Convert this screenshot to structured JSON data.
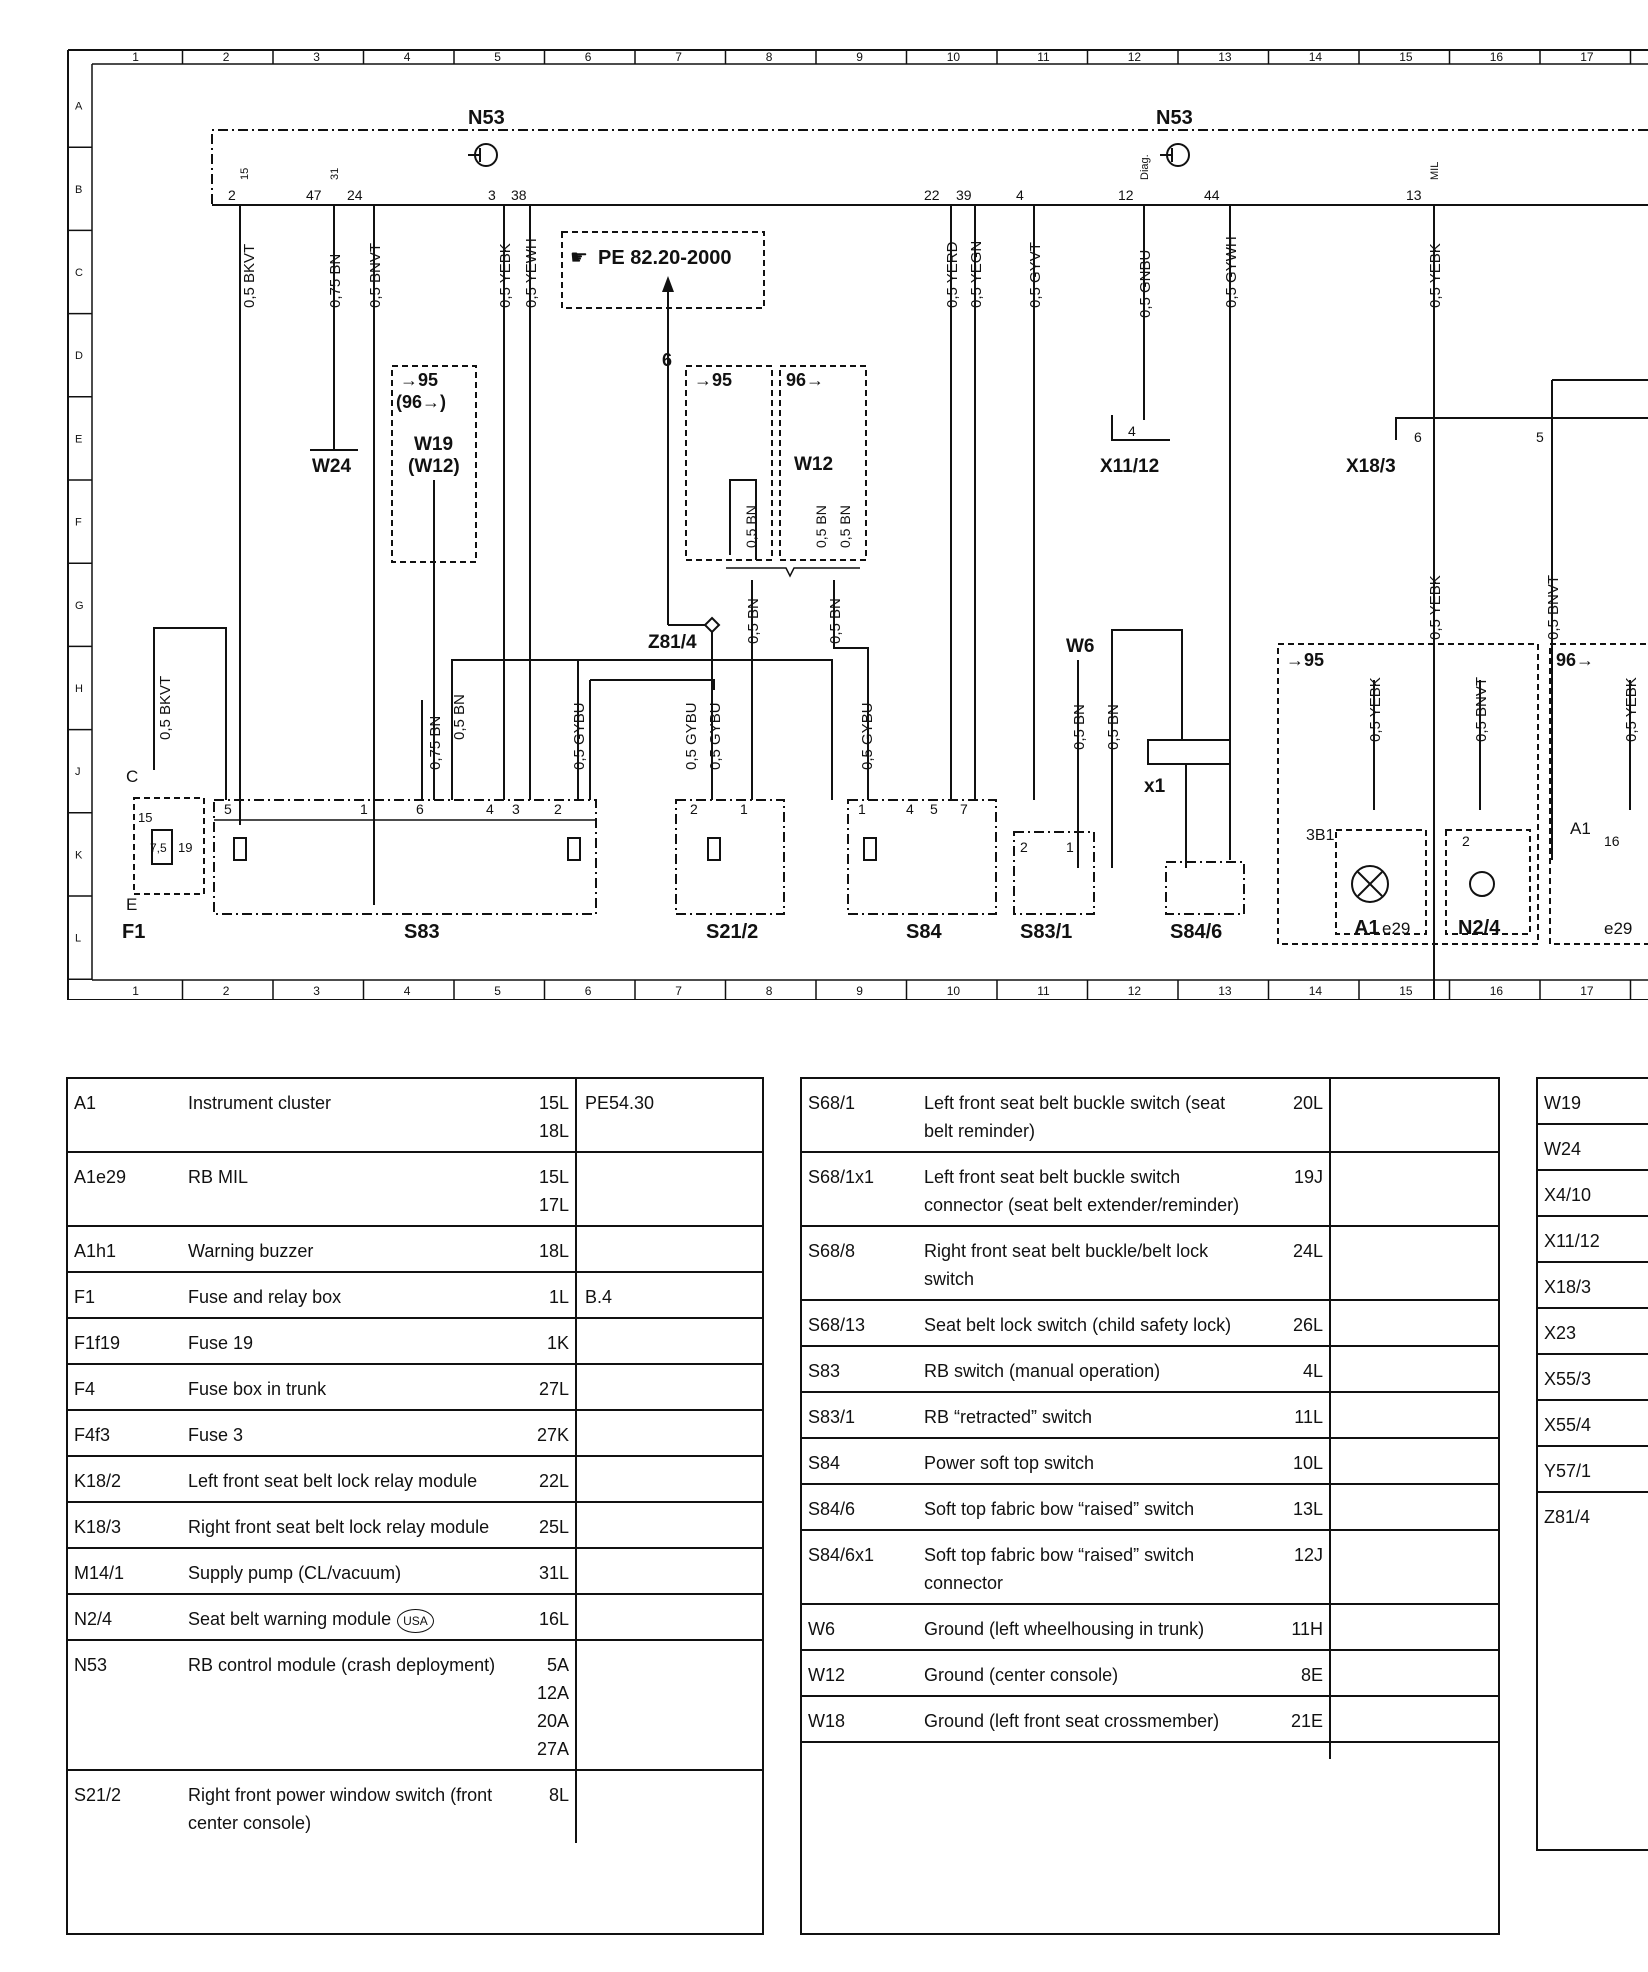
{
  "grid": {
    "columns": [
      "1",
      "2",
      "3",
      "4",
      "5",
      "6",
      "7",
      "8",
      "9",
      "10",
      "11",
      "12",
      "13",
      "14",
      "15",
      "16",
      "17"
    ],
    "rows": [
      "A",
      "B",
      "C",
      "D",
      "E",
      "F",
      "G",
      "H",
      "J",
      "K",
      "L"
    ]
  },
  "components": {
    "n53_left": "N53",
    "n53_right": "N53",
    "pe_ref": "PE 82.20-2000",
    "w24": "W24",
    "w19": "W19",
    "w12_paren": "(W12)",
    "w12": "W12",
    "x11_12": "X11/12",
    "x18_3": "X18/3",
    "z81_4": "Z81/4",
    "w6": "W6",
    "x1": "x1",
    "f1": "F1",
    "s83": "S83",
    "s21_2": "S21/2",
    "s84": "S84",
    "s83_1": "S83/1",
    "s84_6": "S84/6",
    "a1e29": "A1",
    "e29": "e29",
    "n2_4": "N2/4",
    "a1_right": "A1",
    "e29_right": "e29",
    "label_3b1": "3B1",
    "pin_c": "C",
    "pin_e": "E",
    "fuse_value": "7,5",
    "fuse_15": "15",
    "fuse_19": "19"
  },
  "variants": {
    "v95": "→95",
    "v96p": "(96→)",
    "v96": "96→"
  },
  "pins": {
    "p15": "15",
    "p31": "31",
    "diag": "Diag.",
    "mil": "MIL",
    "n2": "2",
    "n47": "47",
    "n24": "24",
    "n3": "3",
    "n38": "38",
    "n22": "22",
    "n39": "39",
    "n4": "4",
    "n12": "12",
    "n44": "44",
    "n13": "13",
    "n1": "1",
    "n6": "6",
    "n5": "5",
    "n7": "7",
    "n16": "16",
    "n2b": "2"
  },
  "wires": {
    "bkvt": "0,5 BKVT",
    "bn075": "0,75 BN",
    "bnvt": "0,5 BNVT",
    "yebk": "0,5 YEBK",
    "yewh": "0,5 YEWH",
    "yerd": "0,5 YERD",
    "yegn": "0,5 YEGN",
    "gyvt": "0,5 GYVT",
    "gnbu": "0,5 GNBU",
    "gywh": "0,5 GYWH",
    "bn05": "0,5 BN",
    "gybu": "0,5 GYBU",
    "bnvt2": "0,5 BNVT"
  },
  "legend": {
    "table1": [
      {
        "code": "A1",
        "desc": "Instrument cluster",
        "ref": "15L\n18L",
        "pe": "PE54.30"
      },
      {
        "code": "A1e29",
        "desc": "RB MIL",
        "ref": "15L\n17L",
        "pe": ""
      },
      {
        "code": "A1h1",
        "desc": "Warning buzzer",
        "ref": "18L",
        "pe": ""
      },
      {
        "code": "F1",
        "desc": "Fuse and relay box",
        "ref": "1L",
        "pe": "B.4"
      },
      {
        "code": "F1f19",
        "desc": "Fuse 19",
        "ref": "1K",
        "pe": ""
      },
      {
        "code": "F4",
        "desc": "Fuse box in trunk",
        "ref": "27L",
        "pe": ""
      },
      {
        "code": "F4f3",
        "desc": "Fuse 3",
        "ref": "27K",
        "pe": ""
      },
      {
        "code": "K18/2",
        "desc": "Left front seat belt lock relay module",
        "ref": "22L",
        "pe": ""
      },
      {
        "code": "K18/3",
        "desc": "Right front seat belt lock relay module",
        "ref": "25L",
        "pe": ""
      },
      {
        "code": "M14/1",
        "desc": "Supply pump (CL/vacuum)",
        "ref": "31L",
        "pe": ""
      },
      {
        "code": "N2/4",
        "desc": "Seat belt warning module",
        "badge": "USA",
        "ref": "16L",
        "pe": ""
      },
      {
        "code": "N53",
        "desc": "RB control module (crash deployment)",
        "ref": "5A\n12A\n20A\n27A",
        "pe": ""
      },
      {
        "code": "S21/2",
        "desc": "Right front power window switch (front center console)",
        "ref": "8L",
        "pe": ""
      }
    ],
    "table2": [
      {
        "code": "S68/1",
        "desc": "Left front seat belt buckle switch (seat belt reminder)",
        "ref": "20L",
        "pe": ""
      },
      {
        "code": "S68/1x1",
        "desc": "Left front seat belt buckle switch connector (seat belt extender/reminder)",
        "ref": "19J",
        "pe": ""
      },
      {
        "code": "S68/8",
        "desc": "Right front seat belt buckle/belt lock switch",
        "ref": "24L",
        "pe": ""
      },
      {
        "code": "S68/13",
        "desc": "Seat belt lock switch (child safety lock)",
        "ref": "26L",
        "pe": ""
      },
      {
        "code": "S83",
        "desc": "RB switch (manual operation)",
        "ref": "4L",
        "pe": ""
      },
      {
        "code": "S83/1",
        "desc": "RB “retracted” switch",
        "ref": "11L",
        "pe": ""
      },
      {
        "code": "S84",
        "desc": "Power soft top switch",
        "ref": "10L",
        "pe": ""
      },
      {
        "code": "S84/6",
        "desc": "Soft top fabric bow “raised” switch",
        "ref": "13L",
        "pe": ""
      },
      {
        "code": "S84/6x1",
        "desc": "Soft top fabric bow “raised” switch connector",
        "ref": "12J",
        "pe": ""
      },
      {
        "code": "W6",
        "desc": "Ground (left wheelhousing in trunk)",
        "ref": "11H",
        "pe": ""
      },
      {
        "code": "W12",
        "desc": "Ground (center console)",
        "ref": "8E",
        "pe": ""
      },
      {
        "code": "W18",
        "desc": "Ground (left front seat crossmember)",
        "ref": "21E",
        "pe": ""
      },
      {
        "code": "",
        "desc": "",
        "ref": "",
        "pe": ""
      }
    ],
    "table3": [
      "W19",
      "W24",
      "X4/10",
      "X11/12",
      "X18/3",
      "X23",
      "X55/3",
      "X55/4",
      "Y57/1",
      "Z81/4"
    ]
  }
}
